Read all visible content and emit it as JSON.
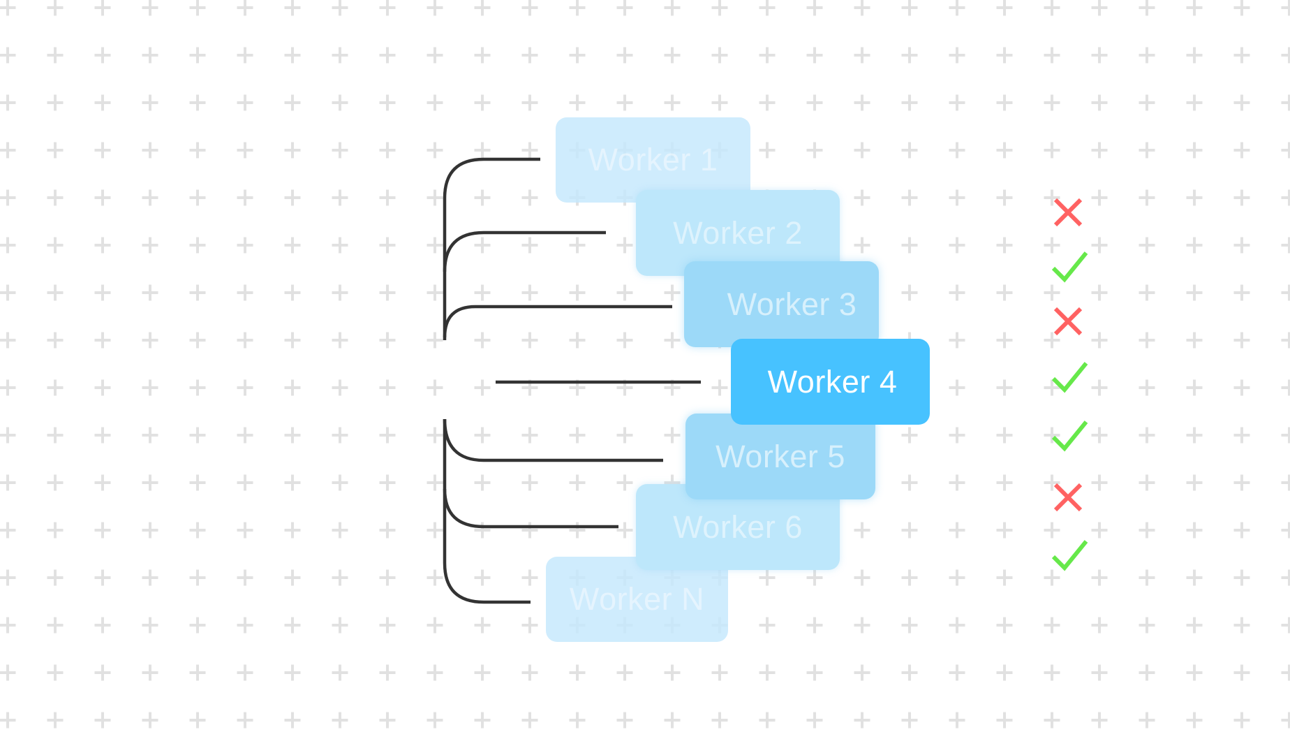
{
  "diagram": {
    "title": "Parallel workers fan-out with status results",
    "colors": {
      "grid_plus": "#e1e1e1",
      "connector": "#333333",
      "worker_active": "#47c2ff",
      "worker_mid": "#9cd9f8",
      "worker_light": "#bde7fb",
      "worker_faint": "#d1edfc",
      "status_fail": "#ff6262",
      "status_pass": "#66e84a"
    },
    "workers": [
      {
        "id": "w1",
        "label": "Worker 1",
        "emphasis": "faint"
      },
      {
        "id": "w2",
        "label": "Worker 2",
        "emphasis": "light"
      },
      {
        "id": "w3",
        "label": "Worker 3",
        "emphasis": "mid"
      },
      {
        "id": "w4",
        "label": "Worker 4",
        "emphasis": "active"
      },
      {
        "id": "w5",
        "label": "Worker 5",
        "emphasis": "mid"
      },
      {
        "id": "w6",
        "label": "Worker 6",
        "emphasis": "light"
      },
      {
        "id": "wN",
        "label": "Worker N",
        "emphasis": "faint"
      }
    ],
    "statuses": [
      {
        "icon": "x-mark-icon",
        "result": "fail"
      },
      {
        "icon": "check-mark-icon",
        "result": "pass"
      },
      {
        "icon": "x-mark-icon",
        "result": "fail"
      },
      {
        "icon": "check-mark-icon",
        "result": "pass"
      },
      {
        "icon": "check-mark-icon",
        "result": "pass"
      },
      {
        "icon": "x-mark-icon",
        "result": "fail"
      },
      {
        "icon": "check-mark-icon",
        "result": "pass"
      }
    ]
  }
}
